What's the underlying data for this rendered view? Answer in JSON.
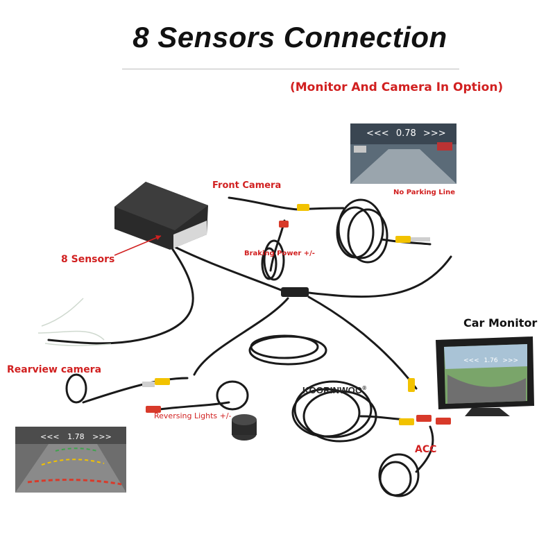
{
  "header": {
    "title": "8 Sensors Connection",
    "subtitle": "(Monitor And Camera In Option)"
  },
  "labels": {
    "front_camera": "Front Camera",
    "braking_power": "Braking Power +/-",
    "eight_sensors": "8 Sensors",
    "rearview_camera": "Rearview camera",
    "reversing_lights": "Reversing Lights +/-",
    "car_monitor": "Car Monitor",
    "acc": "ACC",
    "no_parking_line": "No Parking Line"
  },
  "brand": {
    "name": "KOORINWOO",
    "mark": "®"
  },
  "previews": {
    "top": {
      "left_arrows": "<<<",
      "distance": "0.78",
      "right_arrows": ">>>"
    },
    "bottom": {
      "left_arrows": "<<<",
      "distance": "1.78",
      "right_arrows": ">>>"
    },
    "monitor": {
      "left_arrows": "<<<",
      "distance": "1.76",
      "right_arrows": ">>>"
    }
  },
  "colors": {
    "label_red": "#d12020",
    "cable": "#1a1a1a",
    "connector_yellow": "#f2c200",
    "connector_red": "#d83a2a",
    "sensor_box": "#2a2a2a"
  }
}
